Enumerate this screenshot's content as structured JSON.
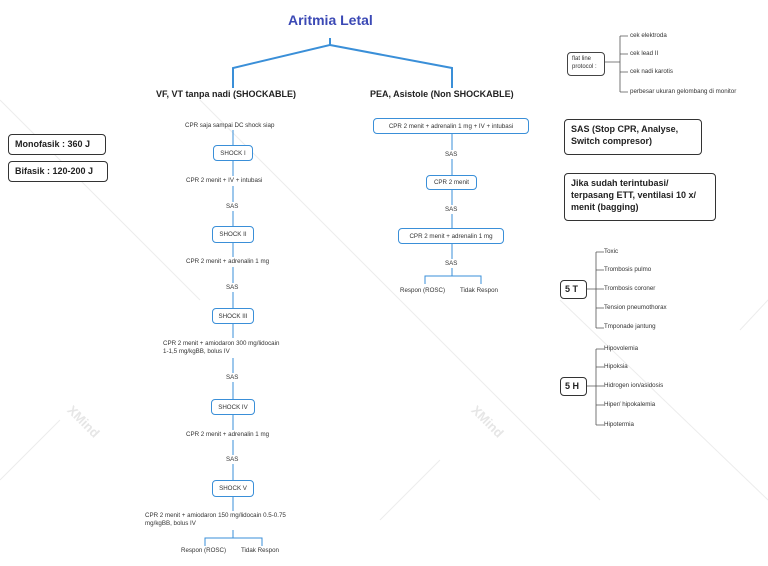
{
  "title": "Aritmia Letal",
  "shockable": {
    "heading": "VF, VT tanpa nadi (SHOCKABLE)",
    "steps": [
      "CPR saja sampai DC shock siap",
      "SHOCK I",
      "CPR 2 menit + IV + intubasi",
      "SAS",
      "SHOCK II",
      "CPR 2 menit + adrenalin 1 mg",
      "SAS",
      "SHOCK III",
      "CPR 2 menit + amiodaron 300 mg/lidocain\n1-1,5 mg/kgBB, bolus IV",
      "SAS",
      "SHOCK IV",
      "CPR 2 menit + adrenalin 1 mg",
      "SAS",
      "SHOCK V",
      "CPR 2 menit + amiodaron 150 mg/lidocain 0.5-0.75\nmg/kgBB, bolus IV"
    ],
    "outcomes": [
      "Respon (ROSC)",
      "Tidak Respon"
    ]
  },
  "nonshockable": {
    "heading": "PEA, Asistole (Non SHOCKABLE)",
    "steps": [
      "CPR 2 menit  + adrenalin 1 mg + IV + intubasi",
      "SAS",
      "CPR 2 menit",
      "SAS",
      "CPR 2 menit  + adrenalin 1 mg",
      "SAS"
    ],
    "outcomes": [
      "Respon (ROSC)",
      "Tidak Respon"
    ]
  },
  "energy": {
    "monofasik": "Monofasik : 360 J",
    "bifasik": "Bifasik : 120-200 J"
  },
  "flatline": {
    "label": "flat line\nprotocol :",
    "items": [
      "cek elektroda",
      "cek lead II",
      "cek nadi karotis",
      "perbesar ukuran gelombang di monitor"
    ]
  },
  "sas_box": "SAS (Stop CPR, Analyse,\nSwitch compresor)",
  "intubasi_box": "Jika sudah terintubasi/\nterpasang ETT, ventilasi 10 x/\nmenit (bagging)",
  "five_t": {
    "label": "5 T",
    "items": [
      "Toxic",
      "Trombosis pulmo",
      "Trombosis coroner",
      "Tension pneumothorax",
      "Tmponade jantung"
    ]
  },
  "five_h": {
    "label": "5 H",
    "items": [
      "Hipovolemia",
      "Hipoksia",
      "Hidrogen ion/asidosis",
      "Hiper/ hipokalemia",
      "Hipotermia"
    ]
  },
  "watermark": "XMind"
}
